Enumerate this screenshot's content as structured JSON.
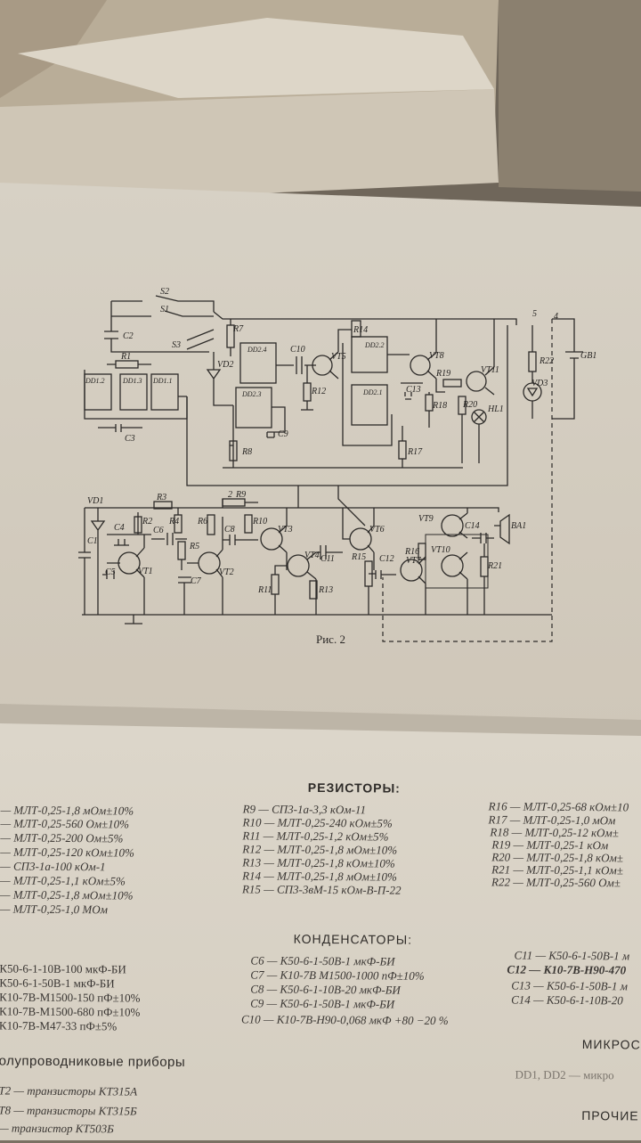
{
  "figure": {
    "caption": "Рис. 2",
    "labels": {
      "switches": [
        "S2",
        "S1",
        "S3"
      ],
      "capacitors": [
        "C1",
        "C2",
        "C3",
        "C4",
        "C5",
        "C6",
        "C7",
        "C8",
        "C9",
        "C10",
        "C11",
        "C12",
        "C13",
        "C14"
      ],
      "resistors": [
        "R1",
        "R2",
        "R3",
        "R4",
        "R5",
        "R6",
        "R7",
        "R8",
        "R9",
        "R10",
        "R11",
        "R12",
        "R13",
        "R14",
        "R15",
        "R16",
        "R17",
        "R18",
        "R19",
        "R20",
        "R21",
        "R22"
      ],
      "transistors": [
        "VT1",
        "VT2",
        "VT3",
        "VT4",
        "VT5",
        "VT6",
        "VT7",
        "VT8",
        "VT9",
        "VT10",
        "VT11"
      ],
      "chips": [
        "DD1.1",
        "DD1.2",
        "DD1.3",
        "DD2.1",
        "DD2.2",
        "DD2.3",
        "DD2.4"
      ],
      "diodes": [
        "VD1",
        "VD2",
        "VD3"
      ],
      "other": [
        "HL1",
        "BA1",
        "GB1"
      ]
    }
  },
  "sections": {
    "resistors_title": "РЕЗИСТОРЫ:",
    "capacitors_title": "КОНДЕНСАТОРЫ:",
    "semiconductors_title": "олупроводниковые приборы",
    "micro_title": "МИКРОС",
    "other_title": "ПРОЧИЕ"
  },
  "resistors_left": [
    "— МЛТ-0,25-1,8 мОм±10%",
    "— МЛТ-0,25-560 Ом±10%",
    "— МЛТ-0,25-200 Ом±5%",
    "— МЛТ-0,25-120 кОм±10%",
    "— СП3-1а-100 кОм-1",
    "— МЛТ-0,25-1,1 кОм±5%",
    "— МЛТ-0,25-1,8 мОм±10%",
    "— МЛТ-0,25-1,0 МОм"
  ],
  "resistors_mid": [
    {
      "ref": "R9",
      "text": "— СП3-1а-3,3 кОм-11"
    },
    {
      "ref": "R10",
      "text": "— МЛТ-0,25-240 кОм±5%"
    },
    {
      "ref": "R11",
      "text": "— МЛТ-0,25-1,2 кОм±5%"
    },
    {
      "ref": "R12",
      "text": "— МЛТ-0,25-1,8 мОм±10%"
    },
    {
      "ref": "R13",
      "text": "— МЛТ-0,25-1,8 кОм±10%"
    },
    {
      "ref": "R14",
      "text": "— МЛТ-0,25-1,8 мОм±10%"
    },
    {
      "ref": "R15",
      "text": "— СП3-3вМ-15 кОм-В-П-22"
    }
  ],
  "resistors_right": [
    {
      "ref": "R16",
      "text": "— МЛТ-0,25-68 кОм±10"
    },
    {
      "ref": "R17",
      "text": "— МЛТ-0,25-1,0 мОм"
    },
    {
      "ref": "R18",
      "text": "— МЛТ-0,25-12 кОм±"
    },
    {
      "ref": "R19",
      "text": "— МЛТ-0,25-1 кОм"
    },
    {
      "ref": "R20",
      "text": "— МЛТ-0,25-1,8 кОм±"
    },
    {
      "ref": "R21",
      "text": "— МЛТ-0,25-1,1 кОм±"
    },
    {
      "ref": "R22",
      "text": "— МЛТ-0,25-560 Ом±"
    }
  ],
  "capacitors_left": [
    "К50-6-1-10В-100 мкФ-БИ",
    "К50-6-1-50В-1 мкФ-БИ",
    "К10-7В-М1500-150 пФ±10%",
    "К10-7В-М1500-680 пФ±10%",
    "К10-7В-М47-33 пФ±5%"
  ],
  "capacitors_mid": [
    {
      "ref": "C6",
      "text": "— К50-6-1-50В-1 мкФ-БИ"
    },
    {
      "ref": "C7",
      "text": "— К10-7В М1500-1000 пФ±10%"
    },
    {
      "ref": "C8",
      "text": "— К50-6-1-10В-20 мкФ-БИ"
    },
    {
      "ref": "C9",
      "text": "— К50-6-1-50В-1 мкФ-БИ"
    },
    {
      "ref": "C10",
      "text": "— К10-7В-Н90-0,068 мкФ +80 −20 %"
    }
  ],
  "capacitors_right": [
    {
      "ref": "C11",
      "text": "— К50-6-1-50В-1 м"
    },
    {
      "ref": "C12",
      "text": "— К10-7В-Н90-470"
    },
    {
      "ref": "C13",
      "text": "— К50-6-1-50В-1 м"
    },
    {
      "ref": "C14",
      "text": "— К50-6-1-10В-20"
    }
  ],
  "semiconductors": [
    {
      "ref": "T2",
      "text": "— транзисторы КТ315А"
    },
    {
      "ref": "T8",
      "text": "— транзисторы КТ315Б"
    },
    {
      "ref": "",
      "text": "— транзистор КТ503Б"
    }
  ],
  "micro_line": "DD1, DD2 — микро",
  "colors": {
    "paper": "#d9d3c8",
    "ink": "#2c2a28",
    "background": "#7a7062"
  }
}
